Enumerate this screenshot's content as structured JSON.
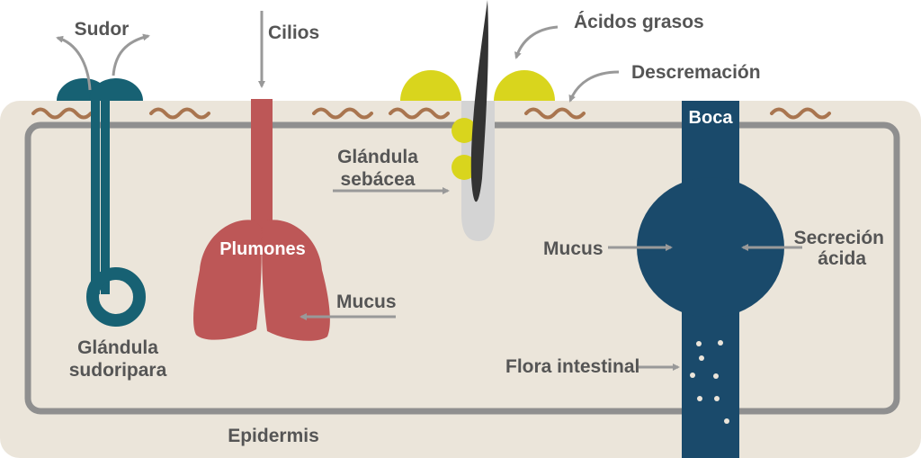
{
  "colors": {
    "background": "#ffffff",
    "skin": "#ebe5da",
    "outline": "#8f8f8f",
    "wave": "#a9754f",
    "gland": "#176173",
    "lung": "#bd5757",
    "sebaceous": "#d9d51d",
    "hair": "#333333",
    "follicle": "#d4d4d4",
    "digestive": "#1a4a6b",
    "dots": "#ebe5da",
    "arrow": "#999999",
    "text": "#555555"
  },
  "labels": {
    "sudor": "Sudor",
    "cilios": "Cilios",
    "acidos_grasos": "Ácidos grasos",
    "descremacion": "Descremación",
    "glandula_sebacea_line1": "Glándula",
    "glandula_sebacea_line2": "sebácea",
    "boca": "Boca",
    "plumones": "Plumones",
    "mucus_lungs": "Mucus",
    "mucus_stomach": "Mucus",
    "secrecion_line1": "Secreción",
    "secrecion_line2": "ácida",
    "flora_intestinal": "Flora intestinal",
    "glandula_sudoripara_line1": "Glándula",
    "glandula_sudoripara_line2": "sudoripara",
    "epidermis": "Epidermis"
  }
}
